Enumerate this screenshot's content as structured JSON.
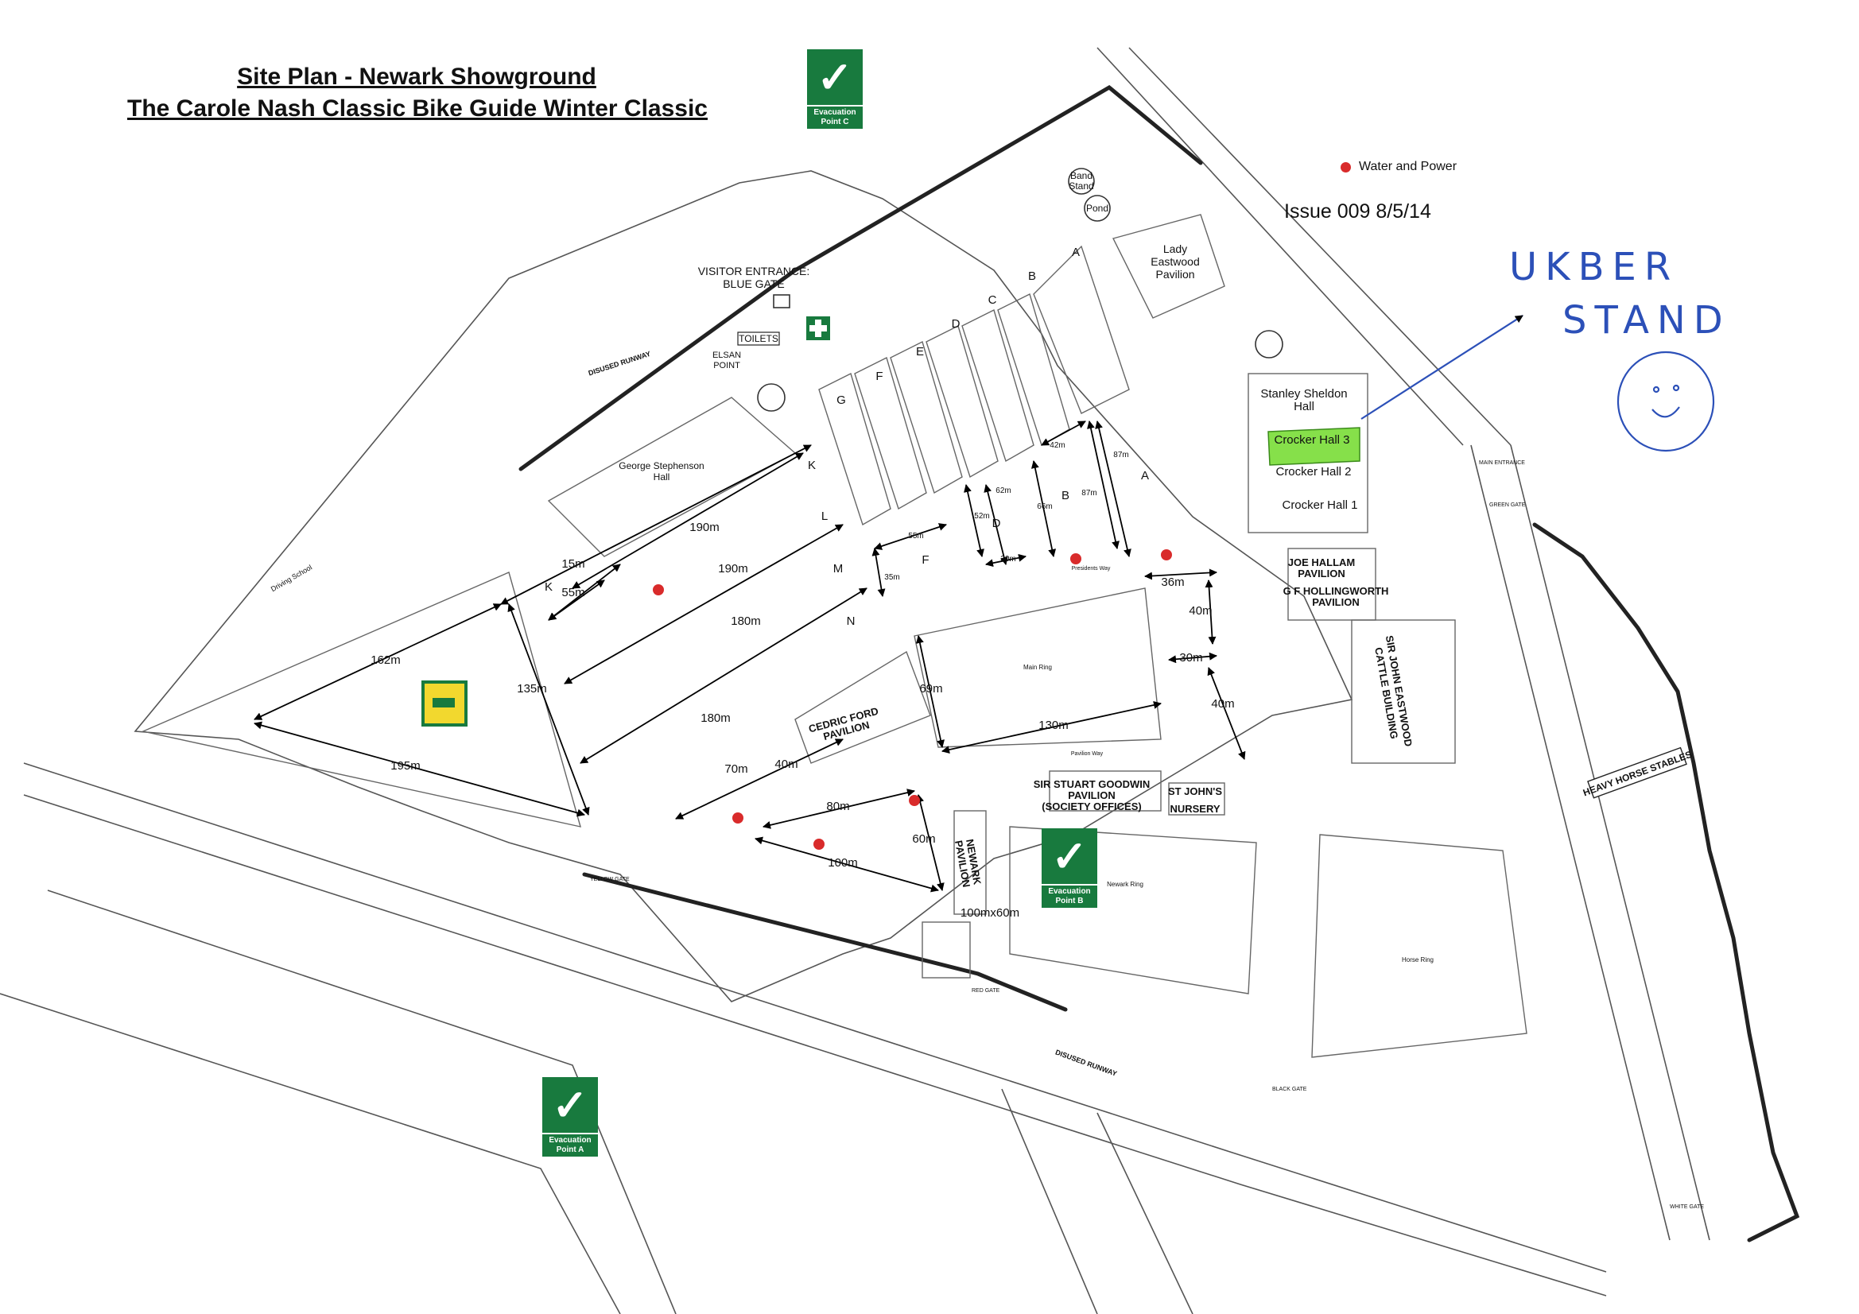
{
  "header": {
    "title_line1": "Site Plan - Newark Showground",
    "title_line2": "The Carole Nash Classic Bike Guide Winter Classic",
    "issue": "Issue 009 8/5/14"
  },
  "legend": {
    "water_power": "Water and Power"
  },
  "evacuation": {
    "point_a": "Evacuation Point A",
    "point_b": "Evacuation Point B",
    "point_c": "Evacuation Point C"
  },
  "annotation": {
    "line1": "UKBER",
    "line2": "STAND"
  },
  "buildings": {
    "lady_eastwood": [
      "Lady",
      "Eastwood",
      "Pavilion"
    ],
    "stanley_sheldon": [
      "Stanley Sheldon",
      "Hall"
    ],
    "crocker3": "Crocker Hall 3",
    "crocker2": "Crocker Hall 2",
    "crocker1": "Crocker Hall 1",
    "george_stephenson": [
      "George Stephenson",
      "Hall"
    ],
    "joe_hallam": [
      "JOE HALLAM",
      "PAVILION"
    ],
    "g_hollingworth": [
      "G F HOLLINGWORTH",
      "PAVILION"
    ],
    "john_eastwood": [
      "SIR JOHN EASTWOOD",
      "CATTLE BUILDING"
    ],
    "cedric_ford": [
      "CEDRIC FORD",
      "PAVILION"
    ],
    "stuart_goodwin": [
      "SIR STUART GOODWIN",
      "PAVILION",
      "(SOCIETY OFFICES)"
    ],
    "st_johns": [
      "ST JOHN'S",
      "NURSERY"
    ],
    "newark_pavilion": [
      "NEWARK",
      "PAVILION"
    ],
    "heavy_horse": "HEAVY HORSE STABLES",
    "band_stand": [
      "Band",
      "Stand"
    ],
    "pond": "Pond",
    "toilets": "TOILETS",
    "visitor_entrance": [
      "VISITOR ENTRANCE:",
      "BLUE GATE"
    ],
    "elsan": [
      "ELSAN",
      "POINT"
    ],
    "main_ring": "Main Ring",
    "arena": "Newark Ring",
    "horse_ring": "Horse Ring"
  },
  "roads": {
    "disused_runway": "DISUSED RUNWAY",
    "yellow_gate": "YELLOW GATE",
    "red_gate": "RED GATE",
    "black_gate": "BLACK GATE",
    "white_gate": "WHITE GATE",
    "main_entrance": "MAIN ENTRANCE",
    "green_gate": "GREEN GATE",
    "driving_school": "Driving School",
    "presidents_way": "Presidents Way",
    "pavilion_way": "Pavilion Way"
  },
  "rows": [
    "A",
    "B",
    "C",
    "D",
    "E",
    "F",
    "G",
    "K",
    "L",
    "M",
    "N"
  ],
  "dims": {
    "d190a": "190m",
    "d190b": "190m",
    "d15": "15m",
    "d55a": "55m",
    "d162": "162m",
    "d135": "135m",
    "d195": "195m",
    "d180a": "180m",
    "d180b": "180m",
    "d70": "70m",
    "d40a": "40m",
    "d80": "80m",
    "d100": "100m",
    "d60": "60m",
    "d100x60": "100mx60m",
    "d69": "69m",
    "d130": "130m",
    "d36": "36m",
    "d40b": "40m",
    "d30a": "30m",
    "d40c": "40m",
    "d55b": "55m",
    "d35": "35m",
    "d52": "52m",
    "d62": "62m",
    "d30b": "30m",
    "d42": "42m",
    "d66": "66m",
    "d87a": "87m",
    "d87b": "87m"
  }
}
